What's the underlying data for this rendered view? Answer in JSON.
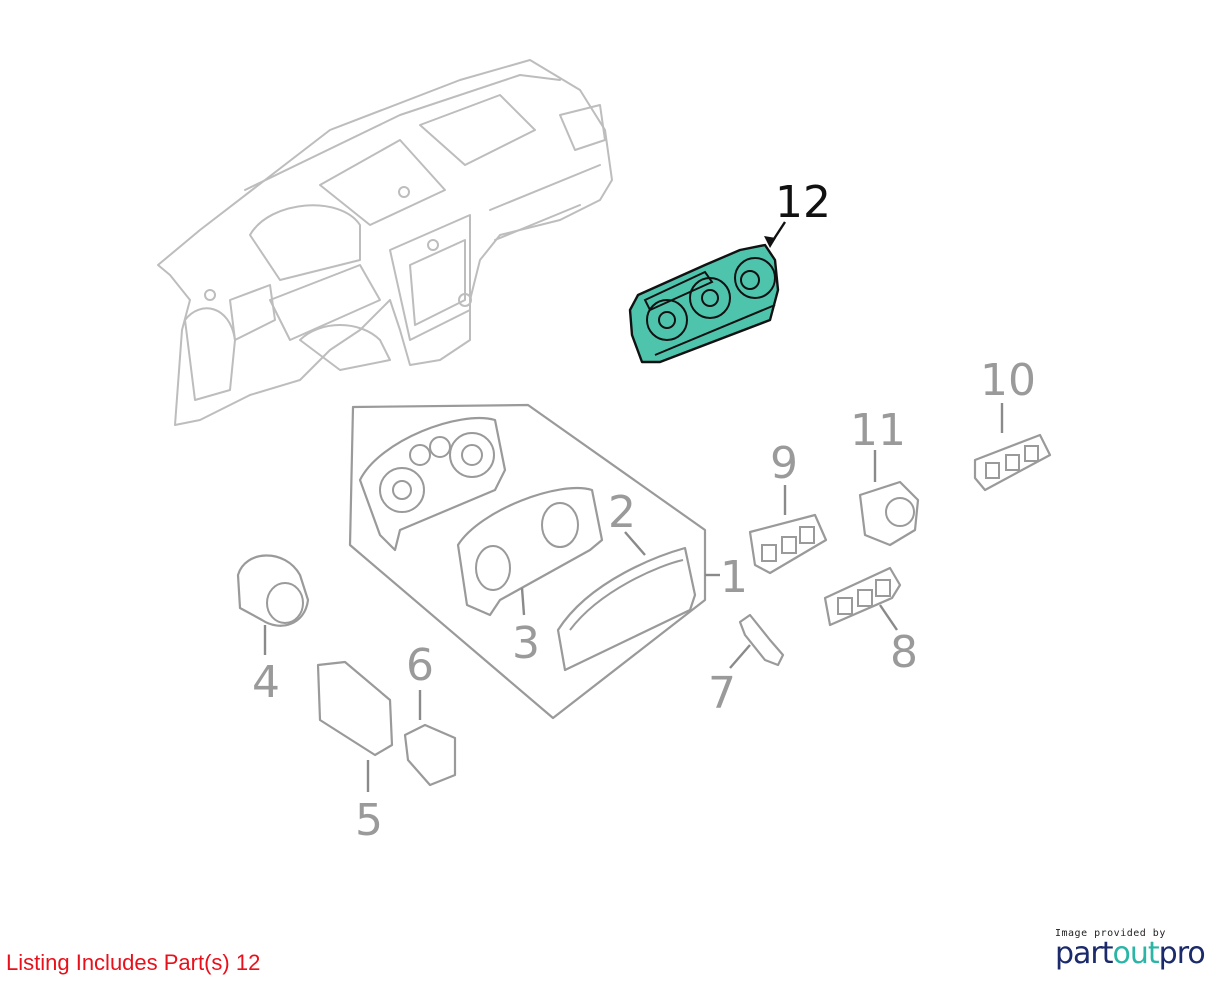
{
  "diagram": {
    "highlight_color": "#4fc4ad",
    "selected_part": "12",
    "labels": [
      "1",
      "2",
      "3",
      "4",
      "5",
      "6",
      "7",
      "8",
      "9",
      "10",
      "11",
      "12"
    ]
  },
  "footer": {
    "listing_text": "Listing Includes Part(s)  12",
    "credit_small": "Image provided by",
    "logo_part1": "part",
    "logo_part2": "out",
    "logo_part3": "pro"
  }
}
